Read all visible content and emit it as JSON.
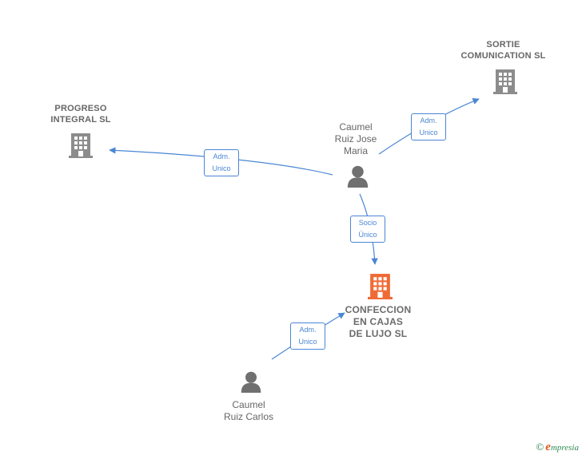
{
  "colors": {
    "company": "#8c8c8c",
    "focus_company": "#f06a35",
    "person": "#707070",
    "edge": "#4a86d4"
  },
  "nodes": [
    {
      "id": "sortie",
      "kind": "company",
      "icon": "building-icon",
      "label": "SORTIE\nCOMUNICATION SL"
    },
    {
      "id": "progreso",
      "kind": "company",
      "icon": "building-icon",
      "label": "PROGRESO\nINTEGRAL SL"
    },
    {
      "id": "caumel_jose",
      "kind": "person",
      "icon": "person-icon",
      "label": "Caumel\nRuiz Jose\nMaria"
    },
    {
      "id": "confeccion",
      "kind": "focus",
      "icon": "building-icon",
      "label": "CONFECCION\nEN CAJAS\nDE LUJO  SL"
    },
    {
      "id": "caumel_carlos",
      "kind": "person",
      "icon": "person-icon",
      "label": "Caumel\nRuiz Carlos"
    }
  ],
  "edges": [
    {
      "from": "caumel_jose",
      "to": "progreso",
      "label": "Adm.\nUnico"
    },
    {
      "from": "caumel_jose",
      "to": "sortie",
      "label": "Adm.\nUnico"
    },
    {
      "from": "caumel_jose",
      "to": "confeccion",
      "label": "Socio\nÚnico"
    },
    {
      "from": "caumel_carlos",
      "to": "confeccion",
      "label": "Adm.\nUnico"
    }
  ],
  "watermark": {
    "symbol": "©",
    "initial": "e",
    "text": "mpresia"
  }
}
